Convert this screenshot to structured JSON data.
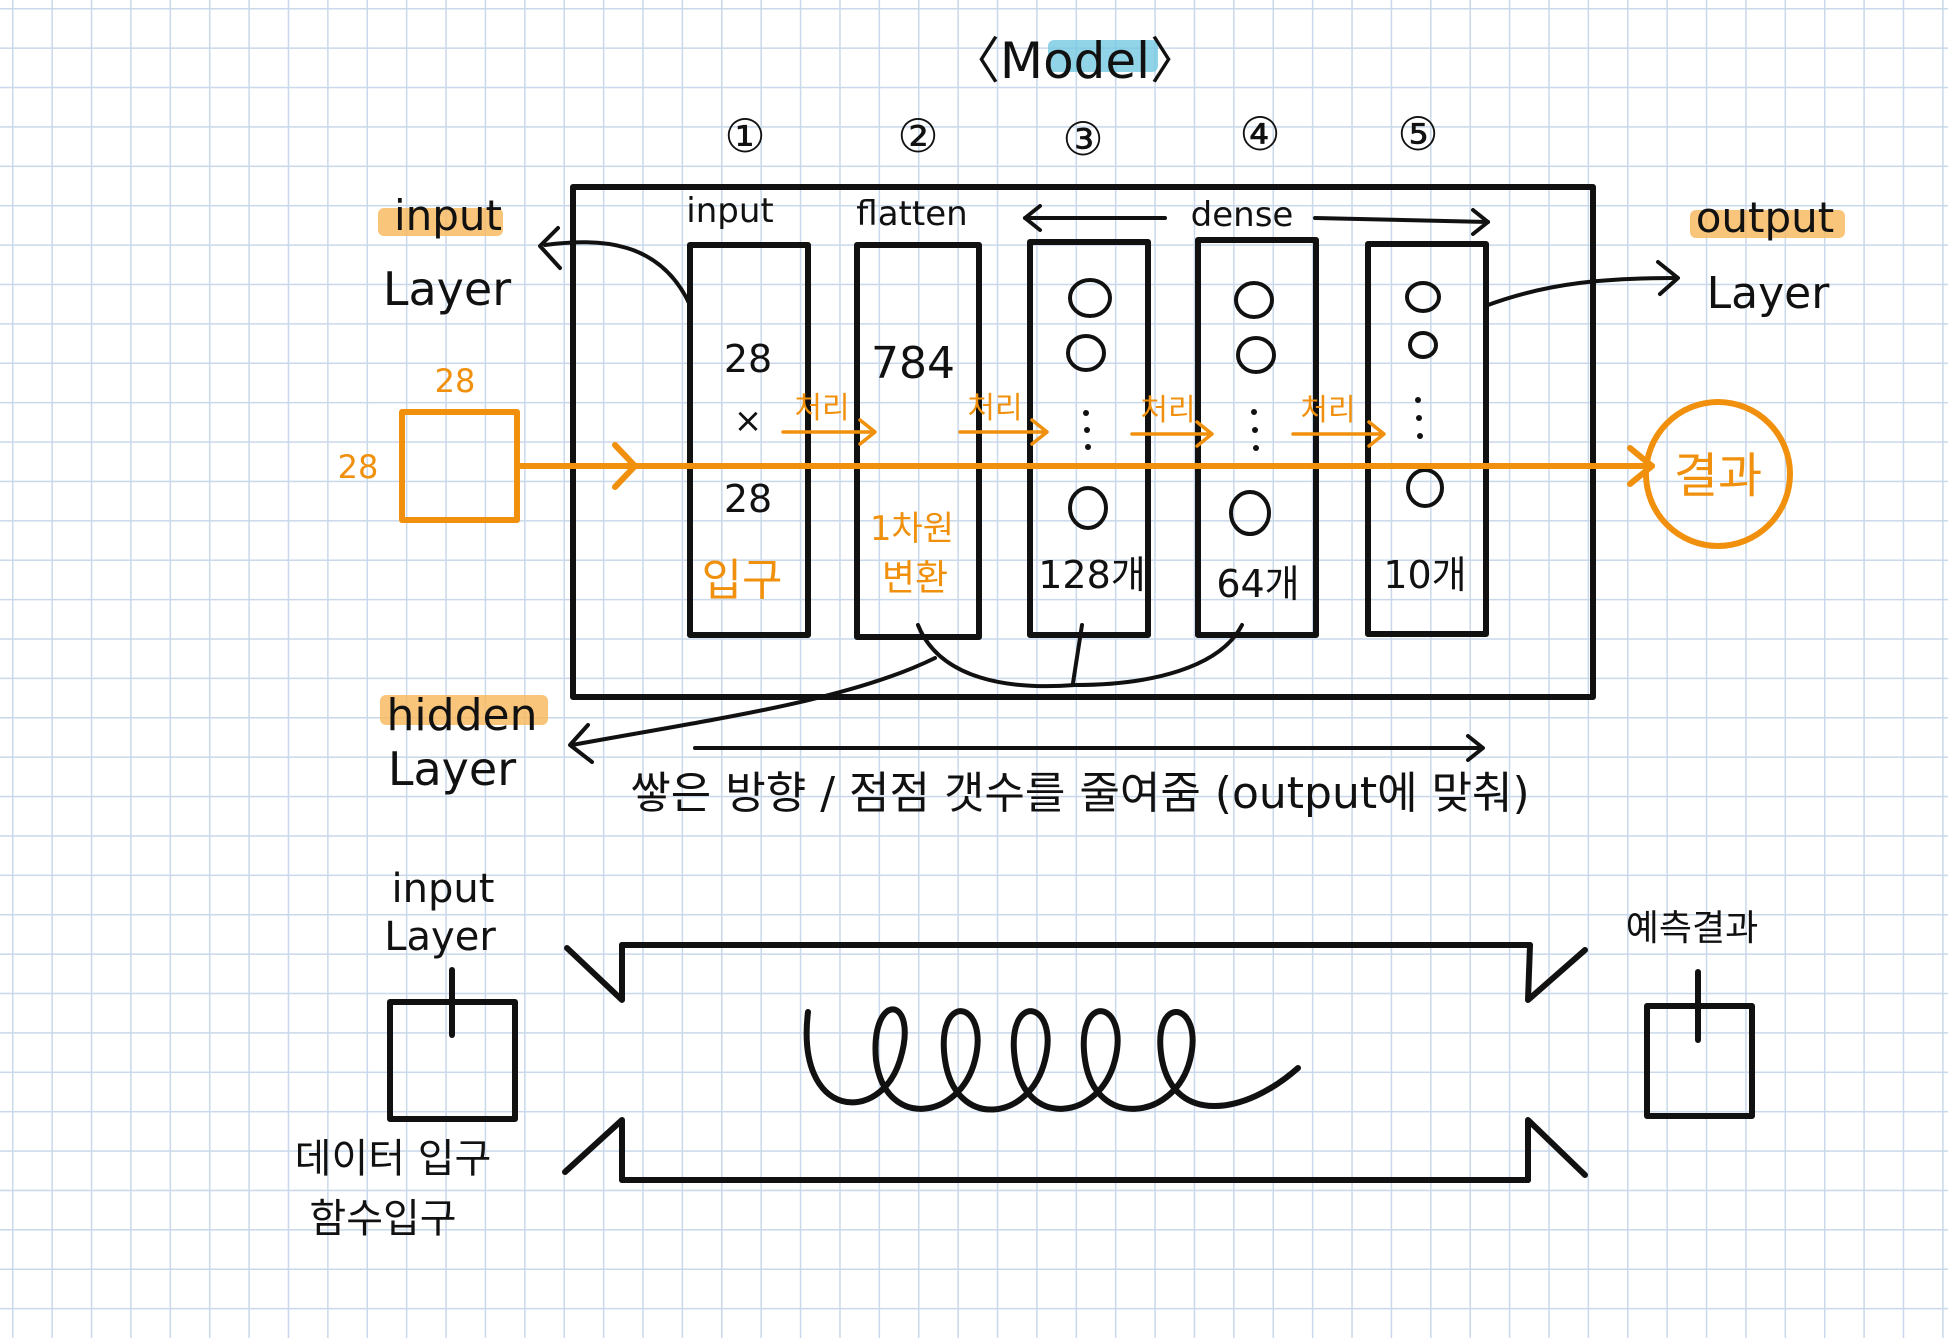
{
  "title": "〈Model〉",
  "step_numbers": [
    "①",
    "②",
    "③",
    "④",
    "⑤"
  ],
  "layers": {
    "input_col": {
      "header": "input",
      "line1": "28",
      "line2": "×",
      "line3": "28",
      "caption": "입구"
    },
    "flatten_col": {
      "header": "flatten",
      "value": "784",
      "caption_1": "1차원",
      "caption_2": "변환"
    },
    "dense_header": "dense",
    "dense_cols": [
      {
        "count": "128개",
        "neurons": 3
      },
      {
        "count": "64개",
        "neurons": 3
      },
      {
        "count": "10개",
        "neurons": 3
      }
    ]
  },
  "process_label": "처리",
  "input_shape": {
    "width": "28",
    "height": "28"
  },
  "result_label": "결과",
  "labels": {
    "input_layer_1": "input",
    "input_layer_2": "Layer",
    "output_layer_1": "output",
    "output_layer_2": "Layer",
    "hidden_layer_1": "hidden",
    "hidden_layer_2": "Layer"
  },
  "stack_note": "쌓은 방향 / 점점 갯수를 줄여줌 (output에 맞춰)",
  "bottom": {
    "input_label_1": "input",
    "input_label_2": "Layer",
    "data_entry": "데이터 입구",
    "func_entry": "함수입구",
    "prediction": "예측결과"
  },
  "colors": {
    "accent": "#f0900c",
    "highlight_blue": "#6cc6e0",
    "highlight_orange": "#f7b65a",
    "ink": "#111111"
  }
}
